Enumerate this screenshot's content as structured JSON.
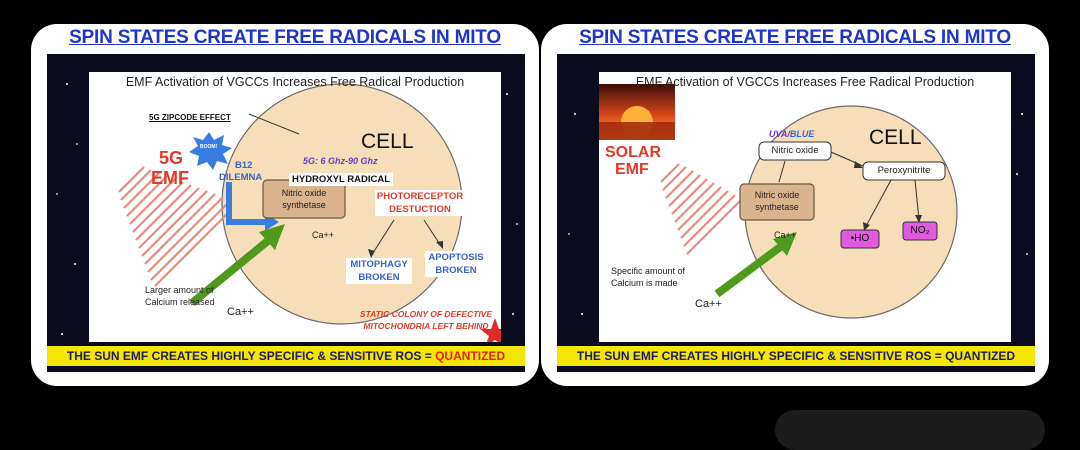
{
  "left": {
    "title": "SPIN STATES CREATE FREE RADICALS IN MITO",
    "subtitle": "EMF Activation of VGCCs Increases Free Radical Production",
    "zipcode": "5G ZIPCODE EFFECT",
    "emf_label_1": "5G",
    "emf_label_2": "EMF",
    "boom": "BOOM!",
    "b12_1": "B12",
    "b12_2": "DILEMNA",
    "cell": "CELL",
    "freq": "5G: 6 Ghz-90 Ghz",
    "hydroxyl": "HYDROXYL RADICAL",
    "nos_1": "Nitric oxide",
    "nos_2": "synthetase",
    "photo_1": "PHOTORECEPTOR",
    "photo_2": "DESTUCTION",
    "ca_in": "Ca++",
    "mito_1": "MITOPHAGY",
    "mito_2": "BROKEN",
    "apop_1": "APOPTOSIS",
    "apop_2": "BROKEN",
    "calcium_1": "Larger amount of",
    "calcium_2": "Calcium released",
    "ca_out": "Ca++",
    "static_1": "STATIC COLONY OF DEFECTIVE",
    "static_2": "MITOCHONDRIA LEFT BEHIND",
    "banner_main": "THE SUN EMF CREATES HIGHLY SPECIFIC & SENSITIVE ROS = ",
    "banner_accent": "QUANTIZED"
  },
  "right": {
    "title": "SPIN STATES CREATE FREE RADICALS IN MITO",
    "subtitle": "EMF Activation of VGCCs Increases Free Radical Production",
    "emf_label_1": "SOLAR",
    "emf_label_2": "EMF",
    "cell": "CELL",
    "uva_1": "UVA/",
    "uva_2": "BLUE",
    "no": "Nitric oxide",
    "peroxy": "Peroxynitrite",
    "nos_1": "Nitric oxide",
    "nos_2": "synthetase",
    "ca_in": "Ca++",
    "ho": "•HO",
    "no2": "NO₂",
    "calcium_1": "Specific amount of",
    "calcium_2": "Calcium is made",
    "ca_out": "Ca++",
    "banner": "THE SUN EMF CREATES HIGHLY SPECIFIC & SENSITIVE ROS = QUANTIZED"
  },
  "colors": {
    "title_blue": "#1f35c8",
    "emf_red": "#e23a2a",
    "cell_fill": "#f6dfb8",
    "nos_fill": "#d9b48c",
    "arrow_green": "#4f9a1e",
    "banner_yellow": "#f4e600",
    "magenta": "#e05ae0"
  }
}
